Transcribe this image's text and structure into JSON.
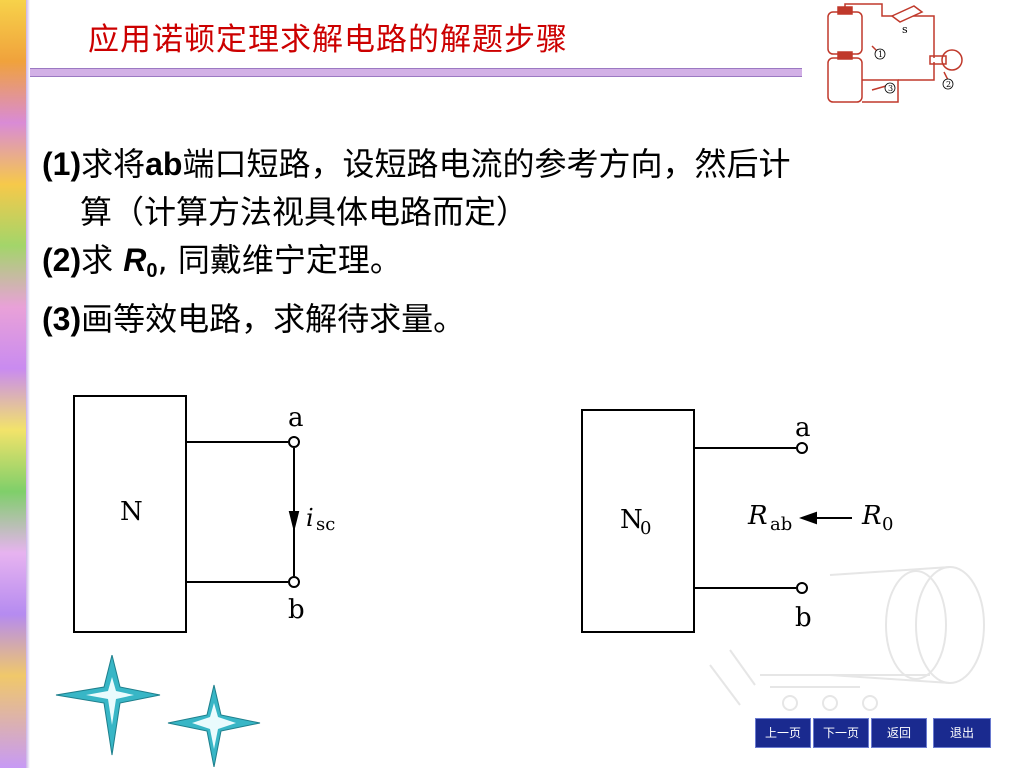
{
  "title": "应用诺顿定理求解电路的解题步骤",
  "steps": [
    {
      "num": "(1)",
      "text_a": "求将",
      "bold": "ab",
      "text_b": "端口短路，设短路电流的参考方向，然后计",
      "cont": "算（计算方法视具体电路而定）"
    },
    {
      "num": "(2)",
      "text_a": "求 ",
      "var": "R",
      "sub": "0",
      "text_b": ", 同戴维宁定理。"
    },
    {
      "num": "(3)",
      "text_a": "画等效电路，求解待求量。"
    }
  ],
  "circuit_left": {
    "box": "N",
    "a": "a",
    "b": "b",
    "current": "i",
    "current_sub": "sc"
  },
  "circuit_right": {
    "box": "N",
    "box_sub": "0",
    "a": "a",
    "b": "b",
    "r_left": "R",
    "r_left_sub": "ab",
    "r_right": "R",
    "r_right_sub": "0"
  },
  "top_figure": {
    "switch": "s",
    "l1": "1",
    "l2": "2",
    "l3": "3"
  },
  "nav": [
    "上一页",
    "下一页",
    "返回",
    "退出"
  ]
}
